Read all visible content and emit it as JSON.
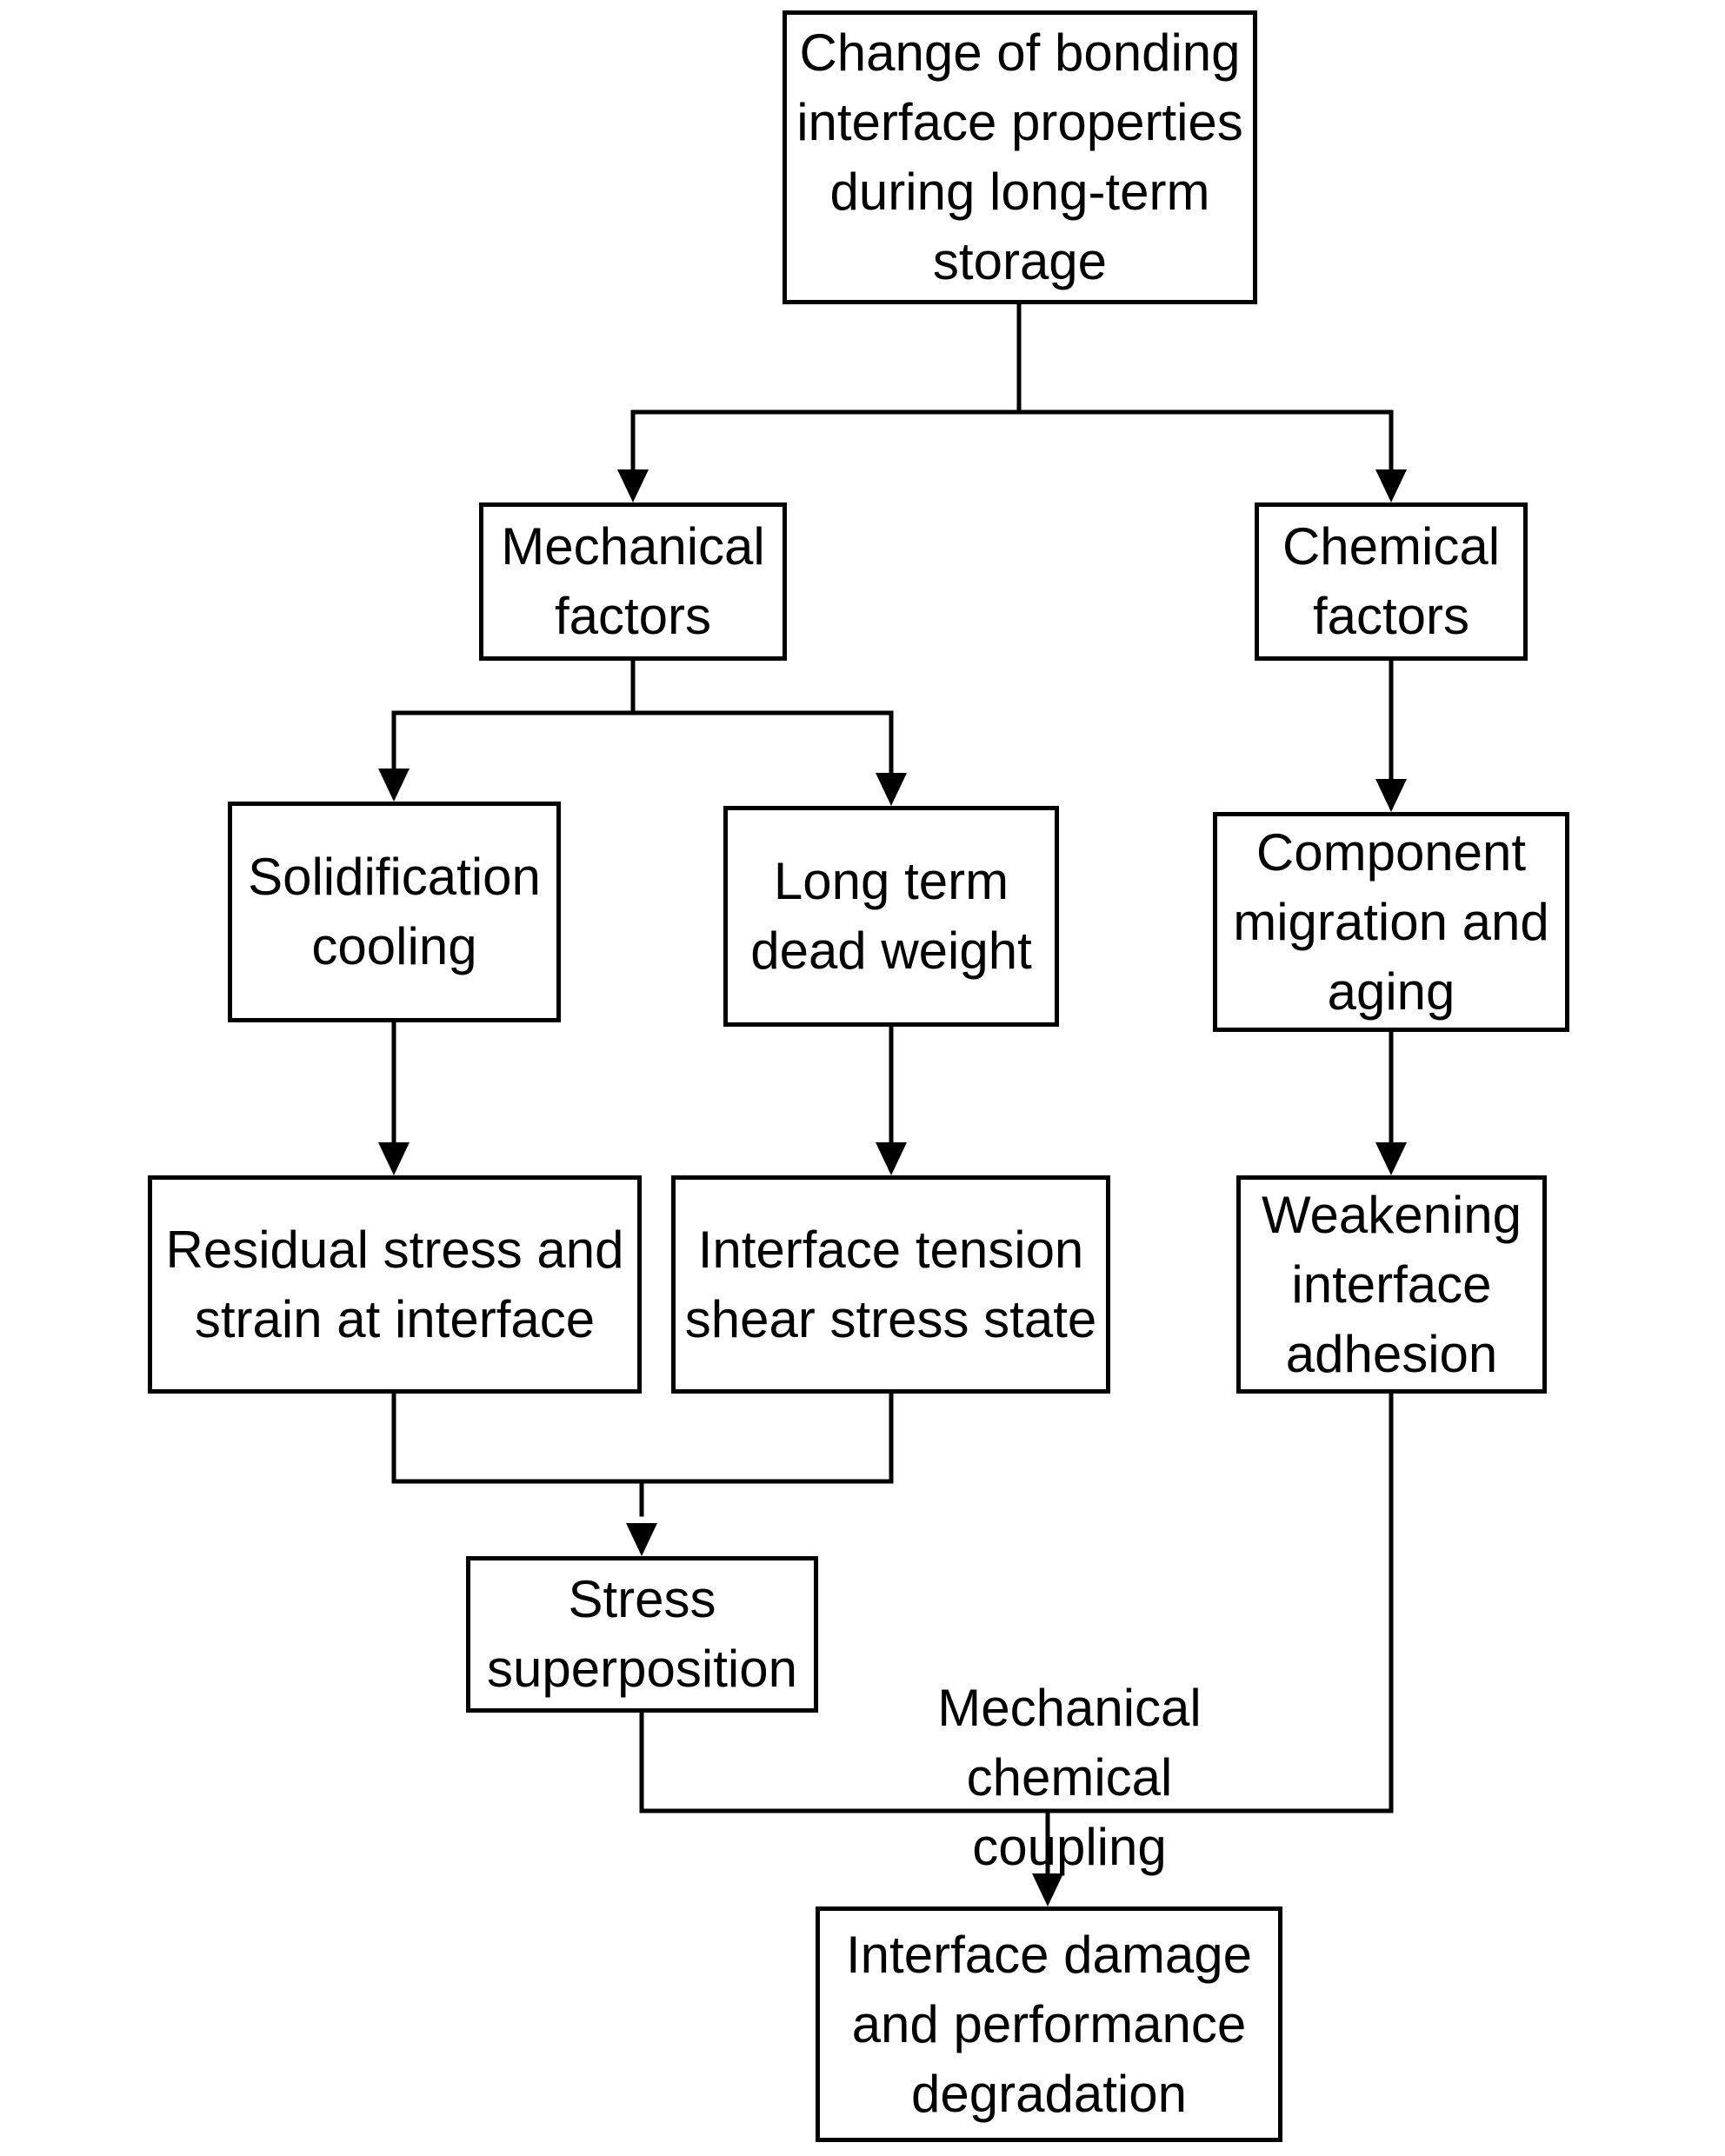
{
  "nodes": {
    "root": "Change of bonding\ninterface properties\nduring long-term\nstorage",
    "mechanical": "Mechanical\nfactors",
    "chemical": "Chemical\nfactors",
    "solidification": "Solidification\ncooling",
    "dead_weight": "Long term\ndead weight",
    "component_migration": "Component\nmigration and\naging",
    "residual_stress": "Residual stress and\nstrain at interface",
    "interface_tension": "Interface tension\nshear stress state",
    "weakening": "Weakening\ninterface\nadhesion",
    "stress_superposition": "Stress\nsuperposition",
    "damage": "Interface damage\nand performance\ndegradation"
  },
  "coupling_label": "Mechanical chemical\ncoupling"
}
